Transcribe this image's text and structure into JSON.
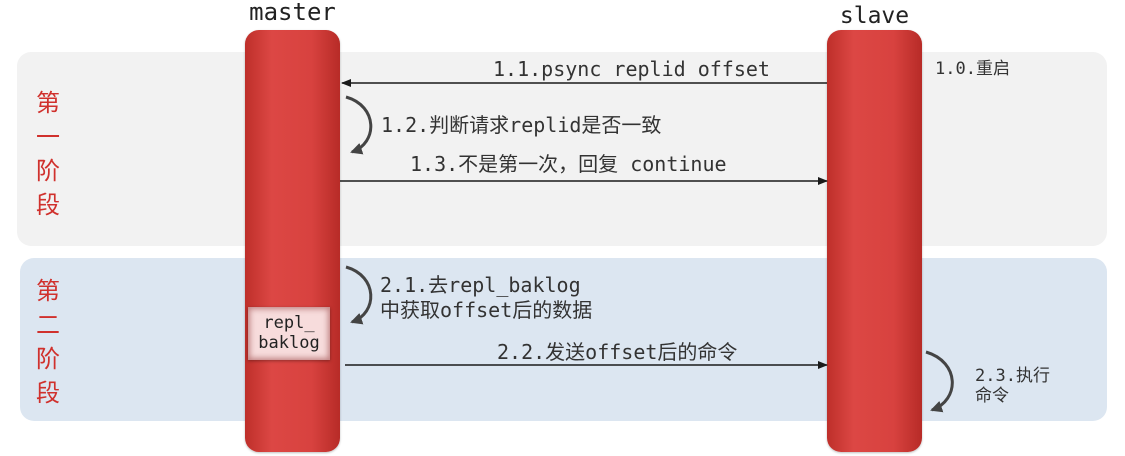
{
  "lifelines": {
    "master": "master",
    "slave": "slave"
  },
  "phases": [
    {
      "label": "第一阶段"
    },
    {
      "label": "第二阶段"
    }
  ],
  "steps": {
    "s1_0": "1.0.重启",
    "s1_1": "1.1.psync replid offset",
    "s1_2": "1.2.判断请求replid是否一致",
    "s1_3": "1.3.不是第一次，回复 continue",
    "s2_1_line1": "2.1.去repl_baklog",
    "s2_1_line2": "中获取offset后的数据",
    "s2_2": "2.2.发送offset后的命令",
    "s2_3_line1": "2.3.执行",
    "s2_3_line2": "命令"
  },
  "repl_baklog": {
    "line1": "repl_",
    "line2": "baklog"
  },
  "colors": {
    "lifeline_red": "#d23f3b",
    "phase1_bg": "#f2f2f2",
    "phase2_bg": "#dce6f1",
    "phase_label": "#d0312d",
    "text": "#333333",
    "arrow": "#1a1a1a",
    "buffer_bg": "#f7dcdc"
  }
}
